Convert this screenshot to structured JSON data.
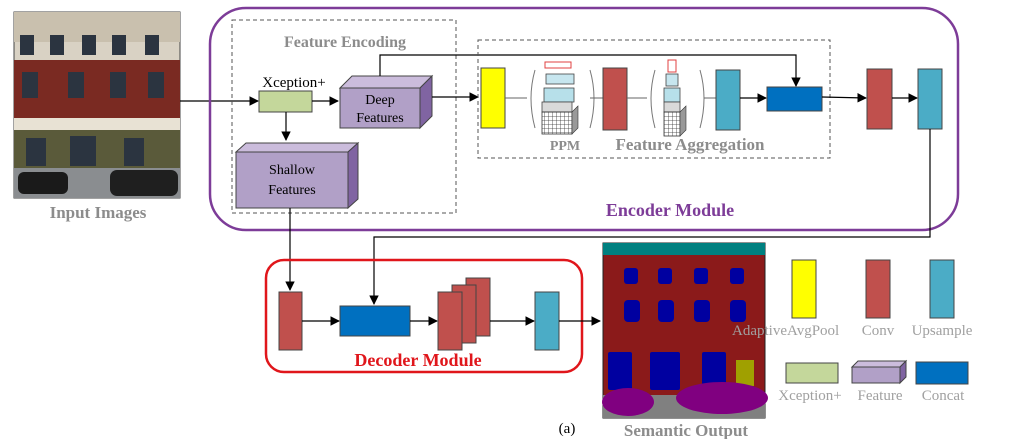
{
  "labels": {
    "input_images": "Input Images",
    "feature_encoding": "Feature Encoding",
    "xception": "Xception+",
    "deep_features_line1": "Deep",
    "deep_features_line2": "Features",
    "shallow_features_line1": "Shallow",
    "shallow_features_line2": "Features",
    "ppm": "PPM",
    "feature_aggregation": "Feature Aggregation",
    "encoder_module": "Encoder Module",
    "decoder_module": "Decoder Module",
    "semantic_output": "Semantic Output",
    "caption": "(a)"
  },
  "legend": {
    "adaptive_avg_pool": "AdaptiveAvgPool",
    "conv": "Conv",
    "upsample": "Upsample",
    "xception": "Xception+",
    "feature": "Feature",
    "concat": "Concat"
  },
  "colors": {
    "encoder_border": "#7d3c98",
    "decoder_border": "#e0161b",
    "encoder_text": "#7d3c98",
    "decoder_text": "#e0161b",
    "gray_text": "#8c8c8c",
    "pool": "#ffff00",
    "conv": "#c0504d",
    "upsample": "#4bacc6",
    "concat": "#0070c0",
    "xception": "#c4d79b",
    "feature": "#b1a0c7"
  }
}
